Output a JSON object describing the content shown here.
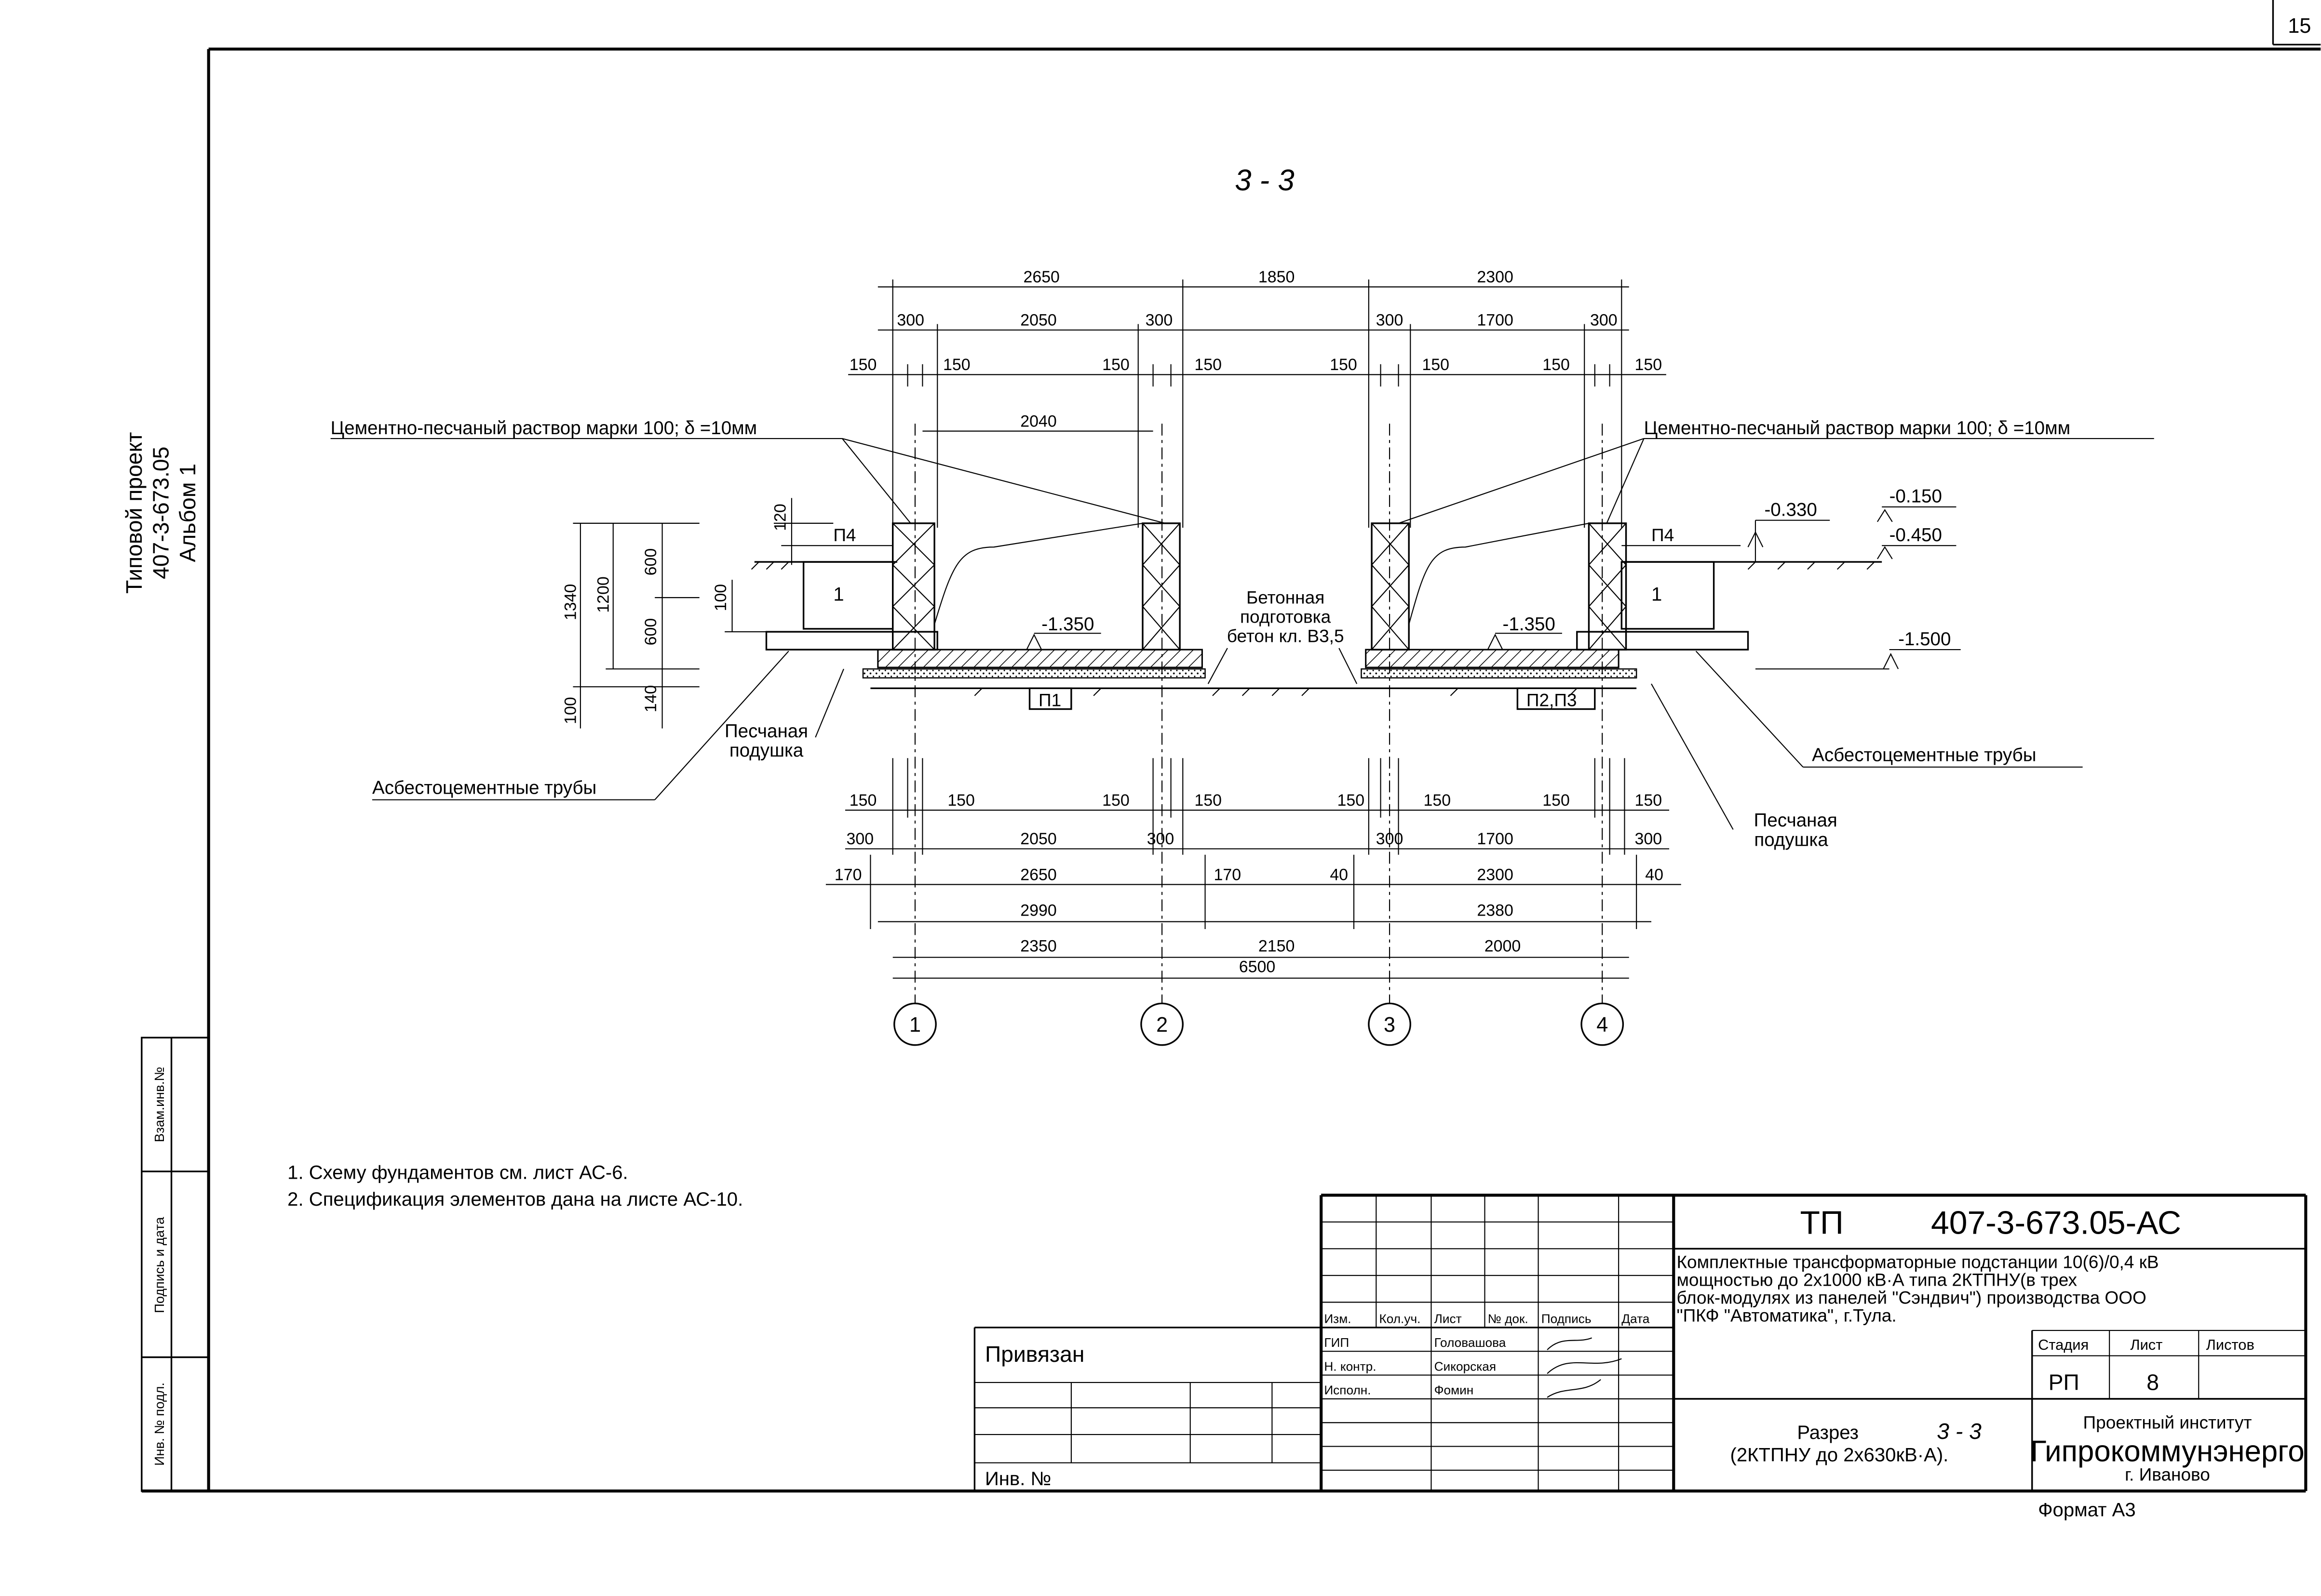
{
  "sheet": {
    "number": "15",
    "side_title": [
      "Типовой проект",
      "407-3-673.05",
      "Альбом 1"
    ],
    "side_stamp": [
      "Инв. № подл.",
      "Подпись и дата",
      "Взам.инв.№"
    ],
    "format": "Формат А3"
  },
  "drawing": {
    "section_title": "3 - 3",
    "dims_top": {
      "overall": [
        "2650",
        "1850",
        "2300"
      ],
      "mid": [
        "300",
        "2050",
        "300",
        "300",
        "1700",
        "300"
      ],
      "small": [
        "150",
        "150",
        "150",
        "150",
        "150",
        "150",
        "150",
        "150"
      ],
      "inner_left": "2040"
    },
    "dims_bottom": {
      "row1": [
        "150",
        "150",
        "150",
        "150",
        "150",
        "150",
        "150",
        "150"
      ],
      "row2": [
        "300",
        "2050",
        "300",
        "300",
        "1700",
        "300"
      ],
      "row3": [
        "170",
        "2650",
        "170",
        "40",
        "2300",
        "40"
      ],
      "row4": [
        "2990",
        "2380"
      ],
      "row5": [
        "2350",
        "2150",
        "2000"
      ],
      "overall": "6500"
    },
    "dims_left": [
      "1340",
      "1200",
      "600",
      "600",
      "100",
      "120",
      "100",
      "140"
    ],
    "axes": [
      "1",
      "2",
      "3",
      "4"
    ],
    "labels": {
      "mortar_left": "Цементно-песчаный раствор марки 100; δ =10мм",
      "mortar_right": "Цементно-песчаный раствор марки 100; δ =10мм",
      "concrete": [
        "Бетонная",
        "подготовка",
        "бетон кл. В3,5"
      ],
      "sand_left": [
        "Песчаная",
        "подушка"
      ],
      "sand_right": [
        "Песчаная",
        "подушка"
      ],
      "pipes_left": "Асбестоцементные трубы",
      "pipes_right": "Асбестоцементные трубы",
      "p4_left": "П4",
      "p4_right": "П4",
      "p1": "П1",
      "p23": "П2,П3",
      "block_left": "1",
      "block_right": "1"
    },
    "levels": {
      "left_bottom": "-1.350",
      "right_bottom": "-1.350",
      "r1": "-0.330",
      "r2": "-0.150",
      "r3": "-0.450",
      "r4": "-1.500"
    }
  },
  "notes": [
    "1. Схему фундаментов см. лист АС-6.",
    "2. Спецификация элементов дана на листе АС-10."
  ],
  "title_block": {
    "code_prefix": "ТП",
    "code": "407-3-673.05-АС",
    "description": [
      "Комплектные трансформаторные подстанции 10(6)/0,4 кВ",
      "мощностью до 2х1000 кВ·А типа 2КТПНУ(в трех",
      "блок-модулях из панелей \"Сэндвич\") производства ООО",
      "\"ПКФ \"Автоматика\", г.Тула."
    ],
    "columns": [
      "Изм.",
      "Кол.уч.",
      "Лист",
      "№ док.",
      "Подпись",
      "Дата"
    ],
    "roles": [
      {
        "role": "ГИП",
        "name": "Головашова"
      },
      {
        "role": "Н. контр.",
        "name": "Сикорская"
      },
      {
        "role": "Исполн.",
        "name": "Фомин"
      }
    ],
    "stage_headers": [
      "Стадия",
      "Лист",
      "Листов"
    ],
    "stage_values": [
      "РП",
      "8",
      ""
    ],
    "sheet_title": [
      "Разрез",
      "3 - 3",
      "(2КТПНУ до 2х630кВ·А)."
    ],
    "org": [
      "Проектный институт",
      "Гипрокоммунэнерго",
      "г. Иваново"
    ],
    "bound": "Привязан",
    "inv": "Инв. №"
  }
}
